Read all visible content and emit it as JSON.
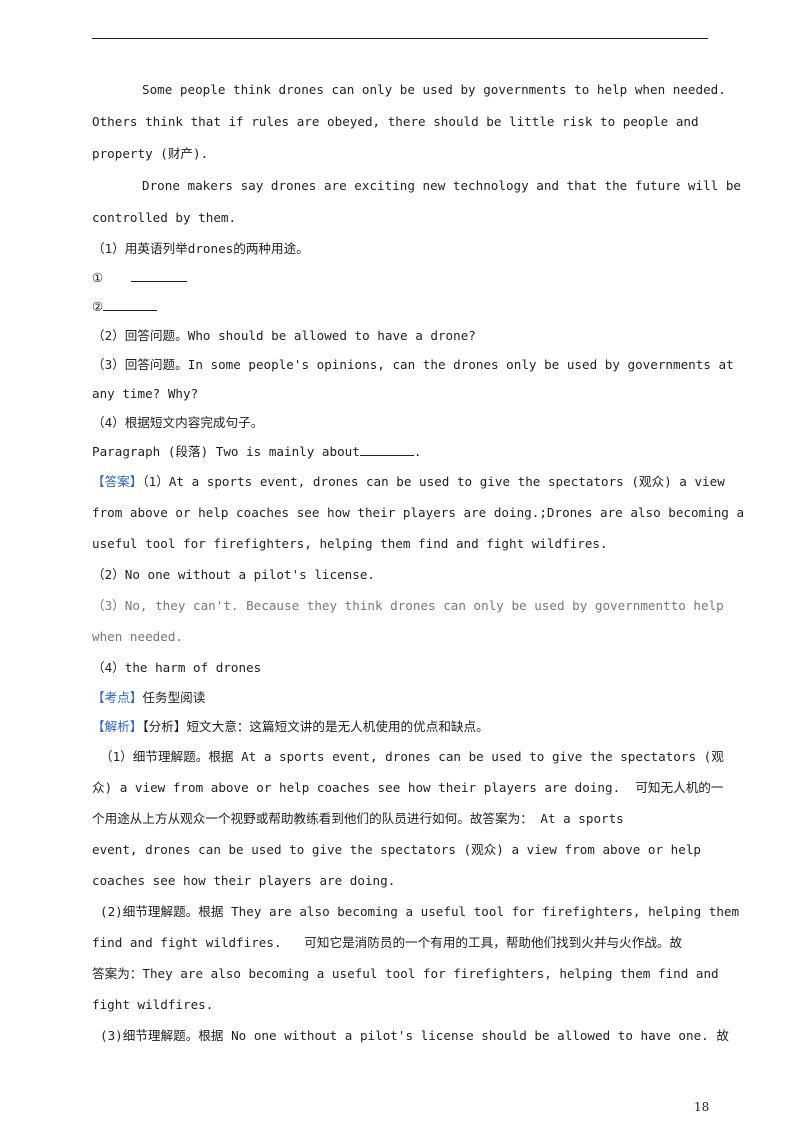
{
  "passage": {
    "p1_l1": "Some people think drones can only be used by governments to help when needed.",
    "p1_l2": "Others think that if rules are obeyed, there should be little risk to people and",
    "p1_l3": "property (财产).",
    "p2_l1": "Drone makers say drones are exciting new technology and that the future will be",
    "p2_l2": "controlled by them."
  },
  "questions": {
    "q1": "（1）用英语列举drones的两种用途。",
    "q1_a": "①",
    "q1_b": "②",
    "q2": "（2）回答问题。Who should be allowed to have a drone?",
    "q3_l1": "（3）回答问题。In some people's opinions, can the drones only be used by governments at",
    "q3_l2": "any time? Why?",
    "q4": "（4）根据短文内容完成句子。",
    "q4_sentence": "Paragraph (段落) Two is mainly about",
    "q4_end": "."
  },
  "answer": {
    "tag": "【答案】",
    "a1_l1": "（1）At a sports event, drones can be used to give the spectators (观众) a view",
    "a1_l2": "from above or help coaches see how their players are doing.;Drones are also becoming a",
    "a1_l3": "useful tool for firefighters, helping them find and fight wildfires.",
    "a2": "（2）No one without a pilot's license.",
    "a3_l1": "（3）No, they can't. Because they think drones can only be used by governmentto help",
    "a3_l2": "when needed.",
    "a4": "（4）the harm of drones"
  },
  "kaodian": {
    "tag": "【考点】",
    "text": "任务型阅读"
  },
  "analysis": {
    "tag": "【解析】",
    "header": "【分析】短文大意：这篇短文讲的是无人机使用的优点和缺点。",
    "e1_l1": "（1）细节理解题。根据 At a sports event, drones can be used to give the spectators (观",
    "e1_l2": "众) a view from above or help coaches see how their players are doing.  可知无人机的一",
    "e1_l3": "个用途从上方从观众一个视野或帮助教练看到他们的队员进行如何。故答案为： At a sports",
    "e1_l4": "event, drones can be used to give the spectators (观众) a view from above or help",
    "e1_l5": "coaches see how their players are doing.",
    "e2_l1": "(2)细节理解题。根据 They are also becoming a useful tool for firefighters, helping them",
    "e2_l2": "find and fight wildfires.   可知它是消防员的一个有用的工具，帮助他们找到火并与火作战。故",
    "e2_l3": "答案为：They are also becoming a useful tool for firefighters, helping them find and",
    "e2_l4": "fight wildfires.",
    "e3_l1": "(3)细节理解题。根据 No one without a pilot's license should be allowed to have one. 故"
  },
  "page_number": "18"
}
